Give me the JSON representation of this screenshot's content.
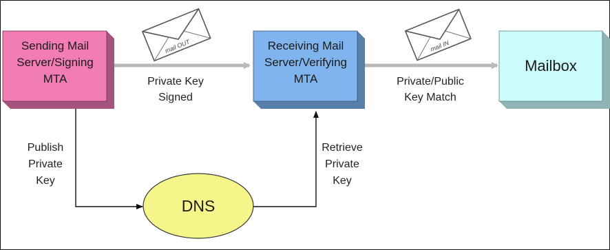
{
  "nodes": {
    "sending": {
      "lines": [
        "Sending Mail",
        "Server/Signing",
        "MTA"
      ],
      "color": "#f27cb4"
    },
    "receiving": {
      "lines": [
        "Receiving Mail",
        "Server/Verifying",
        "MTA"
      ],
      "color": "#7fb4ee"
    },
    "mailbox": {
      "label": "Mailbox",
      "color": "#cbfbfb"
    },
    "dns": {
      "label": "DNS",
      "color": "#f6f58a"
    }
  },
  "edges": {
    "signed": {
      "lines": [
        "Private Key",
        "Signed"
      ]
    },
    "match": {
      "lines": [
        "Private/Public",
        "Key Match"
      ]
    },
    "publish": {
      "lines": [
        "Publish",
        "Private",
        "Key"
      ]
    },
    "retrieve": {
      "lines": [
        "Retrieve",
        "Private",
        "Key"
      ]
    }
  },
  "envelopes": {
    "out": {
      "label": "mail OUT"
    },
    "in": {
      "label": "mail IN"
    }
  }
}
